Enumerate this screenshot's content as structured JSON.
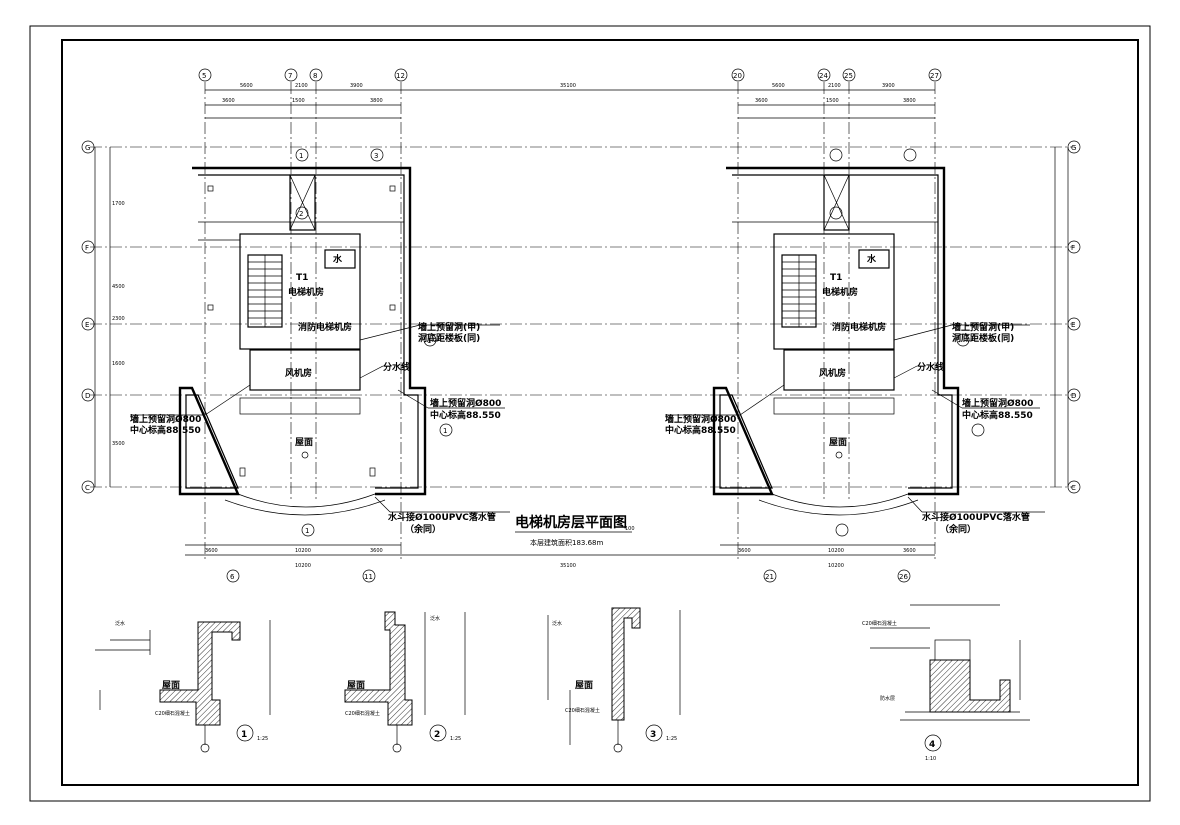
{
  "drawing": {
    "plan_title": "电梯机房层平面图",
    "plan_scale": "100",
    "area_note": "本层建筑面积183.68m",
    "overall_dim": "35100",
    "bottom_overall_dim": "35100"
  },
  "plan_left": {
    "top_axes": [
      "5",
      "7",
      "8",
      "12"
    ],
    "bottom_axes": [
      "6",
      "11"
    ],
    "side_axes": [
      "G",
      "F",
      "E",
      "D",
      "C"
    ],
    "top_dims": [
      "5600",
      "2100",
      "3900"
    ],
    "top_subdims": [
      "3600",
      "1500",
      "3800"
    ],
    "side_dims": [
      "1700",
      "4500",
      "2300",
      "1600",
      "3500"
    ],
    "bottom_dims": [
      "3600",
      "10200",
      "3600"
    ],
    "bottom_sub": "10200",
    "rooms": {
      "machine_room": "电梯机房",
      "elevator": "T1",
      "fire_elevator": "消防电梯机房",
      "fan_room": "风机房",
      "roof": "屋面",
      "water": "水"
    },
    "notes": {
      "opening_a": "墙上预留洞(甲)",
      "opening_a2": "洞底距楼板(同)",
      "split_water": "分水线",
      "opening_b1": "墙上预留洞Ø800",
      "opening_b2": "中心标高88.550",
      "opening_c1": "墙上预留洞Ø800",
      "opening_c2": "中心标高88.550",
      "drain1": "水斗接Ø100UPVC落水管",
      "drain2": "（余同）"
    },
    "markers": [
      "1",
      "2",
      "3",
      "1",
      "1",
      "1"
    ]
  },
  "plan_right": {
    "top_axes": [
      "20",
      "24",
      "25",
      "27"
    ],
    "bottom_axes": [
      "21",
      "26"
    ],
    "top_dims": [
      "5600",
      "2100",
      "3900"
    ],
    "top_subdims": [
      "3600",
      "1500",
      "3800"
    ],
    "bottom_dims": [
      "3600",
      "10200",
      "3600"
    ],
    "bottom_sub": "10200",
    "rooms": {
      "machine_room": "电梯机房",
      "elevator": "T1",
      "fire_elevator": "消防电梯机房",
      "fan_room": "风机房",
      "roof": "屋面",
      "water": "水"
    },
    "notes": {
      "opening_a": "墙上预留洞(甲)",
      "opening_a2": "洞底距楼板(同)",
      "split_water": "分水线",
      "opening_b1": "墙上预留洞Ø800",
      "opening_b2": "中心标高88.550",
      "opening_c1": "墙上预留洞Ø800",
      "opening_c2": "中心标高88.550",
      "drain1": "水斗接Ø100UPVC落水管",
      "drain2": "（余同）"
    }
  },
  "details": [
    {
      "id": "1",
      "scale": "1:25",
      "label_roof": "屋面",
      "label_a": "泛水",
      "label_b": "C20细石混凝土"
    },
    {
      "id": "2",
      "scale": "1:25",
      "label_roof": "屋面",
      "label_a": "泛水",
      "label_b": "C20细石混凝土"
    },
    {
      "id": "3",
      "scale": "1:25",
      "label_roof": "屋面",
      "label_a": "泛水",
      "label_b": "C20细石混凝土"
    },
    {
      "id": "4",
      "scale": "1:10",
      "label_roof": "",
      "label_a": "C20细石混凝土",
      "label_b": "防水层"
    }
  ]
}
